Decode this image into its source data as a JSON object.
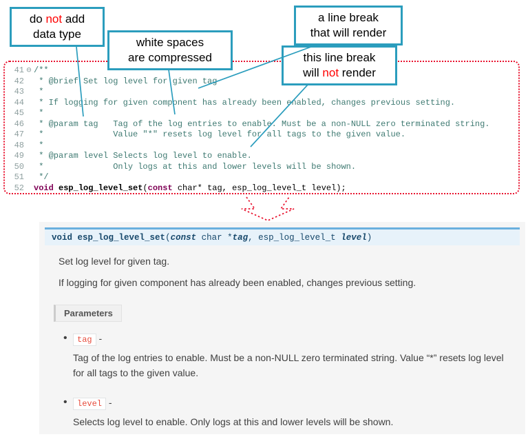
{
  "callouts": {
    "c1": {
      "a": "do ",
      "b": "not",
      "c": " add",
      "l2": "data type"
    },
    "c2": {
      "l1": "white spaces",
      "l2": "are compressed"
    },
    "c3": {
      "l1": "a line break",
      "l2": "that will render"
    },
    "c4": {
      "l1": "this line break",
      "a": "will ",
      "b": "not",
      "c": " render"
    }
  },
  "code": {
    "lines": [
      {
        "num": "41",
        "fold": "⊖",
        "text": "/**"
      },
      {
        "num": "42",
        "fold": "",
        "text": " * @brief Set log level for given tag"
      },
      {
        "num": "43",
        "fold": "",
        "text": " *"
      },
      {
        "num": "44",
        "fold": "",
        "text": " * If logging for given component has already been enabled, changes previous setting."
      },
      {
        "num": "45",
        "fold": "",
        "text": " *"
      },
      {
        "num": "46",
        "fold": "",
        "text": " * @param tag   Tag of the log entries to enable. Must be a non-NULL zero terminated string."
      },
      {
        "num": "47",
        "fold": "",
        "text": " *              Value \"*\" resets log level for all tags to the given value."
      },
      {
        "num": "48",
        "fold": "",
        "text": " *"
      },
      {
        "num": "49",
        "fold": "",
        "text": " * @param level Selects log level to enable."
      },
      {
        "num": "50",
        "fold": "",
        "text": " *              Only logs at this and lower levels will be shown."
      },
      {
        "num": "51",
        "fold": "",
        "text": " */"
      }
    ],
    "decl": {
      "num": "52",
      "fold": "",
      "kw1": "void",
      "sp": " ",
      "name": "esp_log_level_set",
      "open": "(",
      "kw2": "const",
      "rest": " char* tag, esp_log_level_t level);"
    }
  },
  "docs": {
    "sig": {
      "ret": "void",
      "sp1": " ",
      "name": "esp_log_level_set",
      "open": "(",
      "const_kw": "const",
      "mid": " char *",
      "param1": "tag",
      "sep": ", ",
      "type2": "esp_log_level_t",
      "sp2": " ",
      "param2": "level",
      "close": ")"
    },
    "p1": "Set log level for given tag.",
    "p2": "If logging for given component has already been enabled, changes previous setting.",
    "params_label": "Parameters",
    "items": [
      {
        "name": "tag",
        "dash": " -",
        "desc": "Tag of the log entries to enable. Must be a non-NULL zero terminated string. Value “*” resets log level for all tags to the given value."
      },
      {
        "name": "level",
        "dash": " -",
        "desc": "Selects log level to enable. Only logs at this and lower levels will be shown."
      }
    ]
  },
  "colors": {
    "callout_border": "#2b9dbd",
    "highlight_red": "#ff0000",
    "dotted_red": "#e8112d",
    "code_comment": "#3f7a72",
    "code_keyword": "#7f0055",
    "sig_background": "#e7f2fa",
    "sig_top_border": "#6ab0de",
    "param_code_red": "#e74c3c"
  }
}
